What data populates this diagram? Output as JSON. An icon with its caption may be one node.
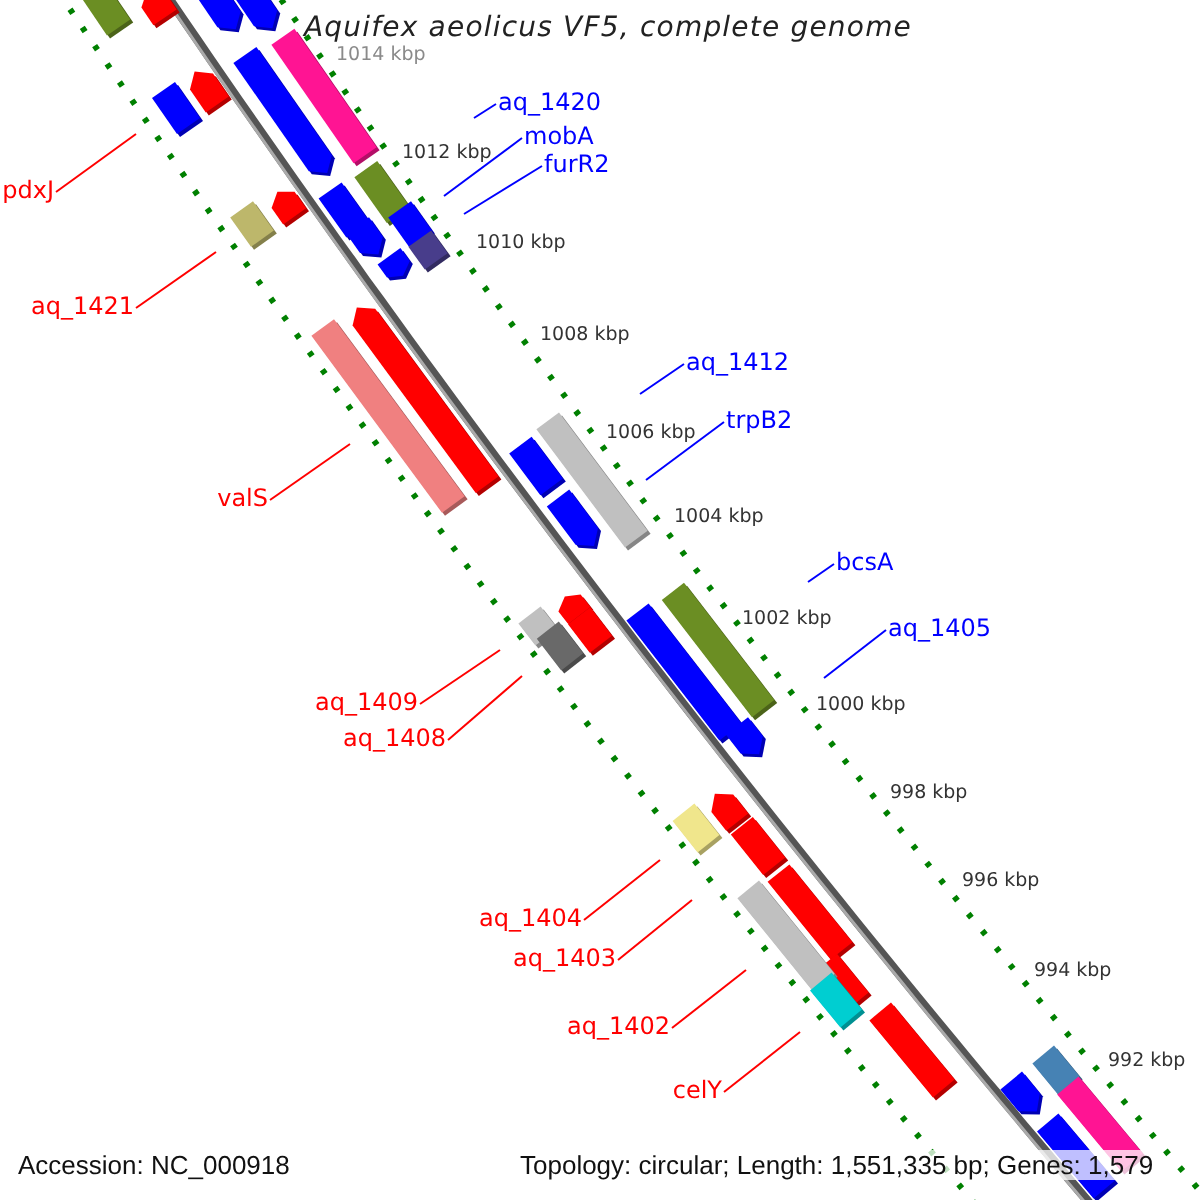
{
  "diagram": {
    "title": "Aquifex aeolicus VF5, complete genome",
    "nodes": [
      {
        "text": [
          "aq_1420"
        ]
      },
      {
        "text": [
          "mobA"
        ]
      },
      {
        "text": [
          "furR2"
        ]
      },
      {
        "text": [
          "pdxJ"
        ]
      },
      {
        "text": [
          "aq_1421"
        ]
      },
      {
        "text": [
          "aq_1412"
        ]
      },
      {
        "text": [
          "trpB2"
        ]
      },
      {
        "text": [
          "valS"
        ]
      },
      {
        "text": [
          "bcsA"
        ]
      },
      {
        "text": [
          "aq_1405"
        ]
      },
      {
        "text": [
          "aq_1409"
        ]
      },
      {
        "text": [
          "aq_1408"
        ]
      },
      {
        "text": [
          "aq_1404"
        ]
      },
      {
        "text": [
          "aq_1403"
        ]
      },
      {
        "text": [
          "aq_1402"
        ]
      },
      {
        "text": [
          "celY"
        ]
      }
    ],
    "edges": [
      {
        "from": 0,
        "to": null,
        "arrow": "none",
        "color": "#0000ff"
      },
      {
        "from": 1,
        "to": null,
        "arrow": "none",
        "color": "#0000ff"
      },
      {
        "from": 2,
        "to": null,
        "arrow": "none",
        "color": "#0000ff"
      },
      {
        "from": 3,
        "to": null,
        "arrow": "none"
      },
      {
        "from": 4,
        "to": null,
        "arrow": "none"
      },
      {
        "from": 5,
        "to": null,
        "arrow": "none",
        "color": "#0000ff"
      },
      {
        "from": 6,
        "to": null,
        "arrow": "none",
        "color": "#0000ff"
      },
      {
        "from": 7,
        "to": null,
        "arrow": "none"
      },
      {
        "from": 8,
        "to": null,
        "arrow": "none",
        "color": "#0000ff"
      },
      {
        "from": 9,
        "to": null,
        "arrow": "none",
        "color": "#0000ff"
      },
      {
        "from": 10,
        "to": null,
        "arrow": "none"
      },
      {
        "from": 11,
        "to": null,
        "arrow": "none"
      },
      {
        "from": 12,
        "to": null,
        "arrow": "none"
      },
      {
        "from": 13,
        "to": null,
        "arrow": "none"
      },
      {
        "from": 14,
        "to": null,
        "arrow": "none"
      },
      {
        "from": 15,
        "to": null,
        "arrow": "none"
      }
    ],
    "labels": [
      "1014 kbp",
      "1012 kbp",
      "1010 kbp",
      "1008 kbp",
      "1006 kbp",
      "1004 kbp",
      "1002 kbp",
      "1000 kbp",
      "998 kbp",
      "996 kbp",
      "994 kbp",
      "992 kbp",
      "Accession: NC_000918",
      "Topology: circular; Length: 1,551,335 bp; Genes: 1,579"
    ]
  }
}
